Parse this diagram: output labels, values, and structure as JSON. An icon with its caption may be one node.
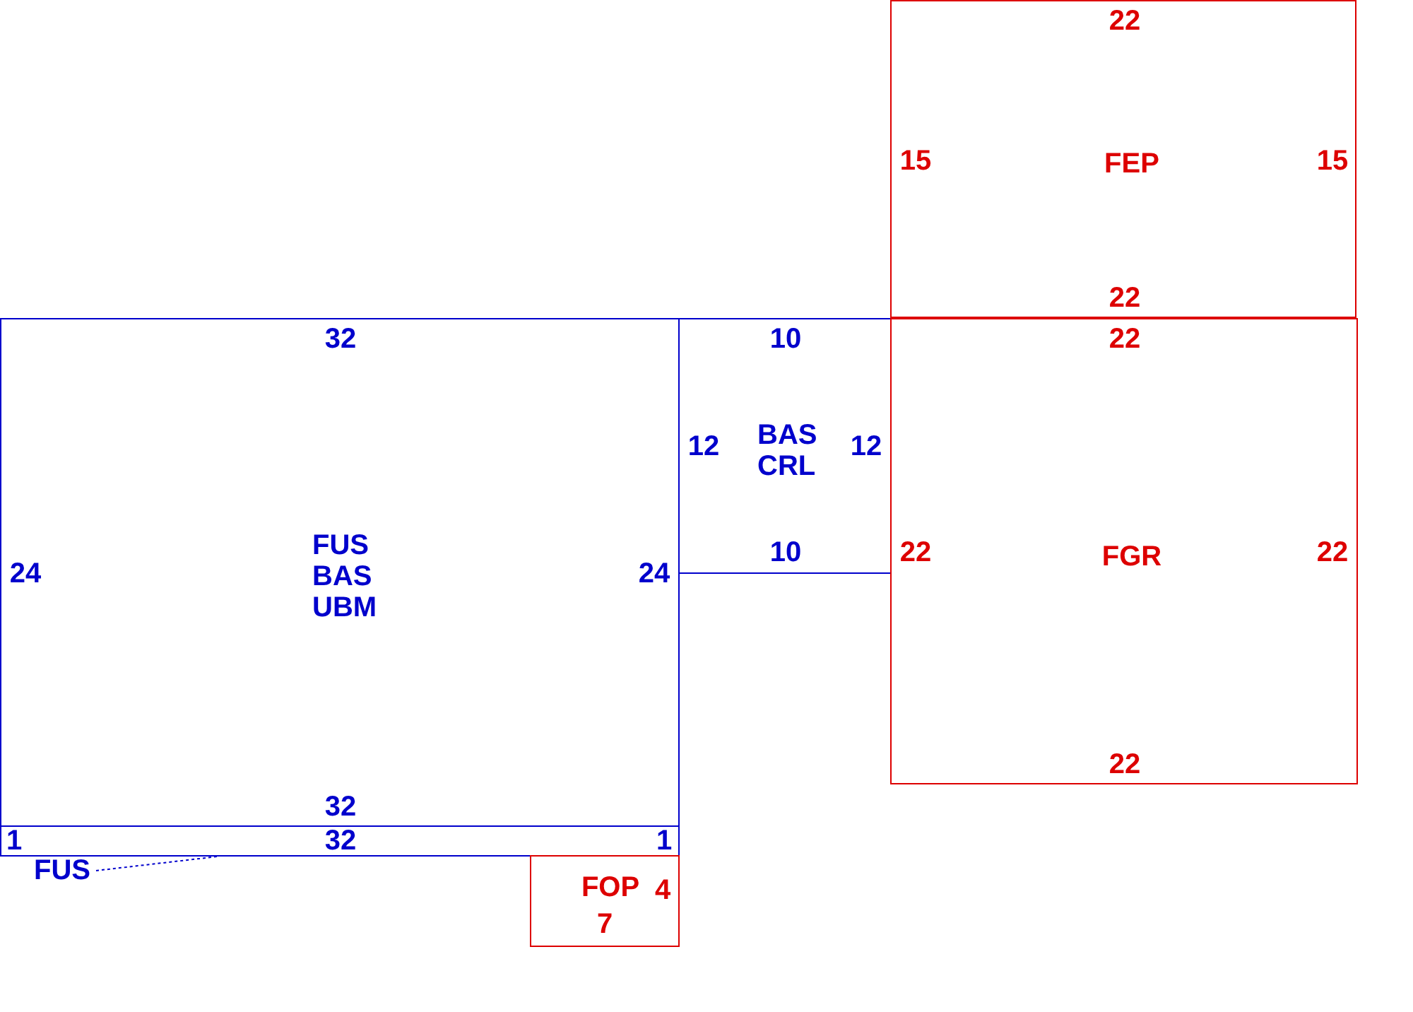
{
  "diagram": {
    "nodes": [
      {
        "text": [
          "22",
          "15",
          "FEP",
          "15",
          "22"
        ]
      },
      {
        "text": [
          "32",
          "24",
          "FUS BAS UBM",
          "24",
          "32"
        ]
      },
      {
        "text": [
          "10",
          "12",
          "BAS CRL",
          "12",
          "10"
        ]
      },
      {
        "text": [
          "22",
          "22",
          "FGR",
          "22",
          "22"
        ]
      },
      {
        "text": [
          "1",
          "32",
          "1"
        ]
      },
      {
        "text": [
          "FUS"
        ]
      },
      {
        "text": [
          "FOP",
          "4",
          "7"
        ]
      }
    ],
    "edges": [
      {
        "from": 5,
        "to": 4,
        "arrow": "none",
        "style": "dashed"
      }
    ]
  }
}
